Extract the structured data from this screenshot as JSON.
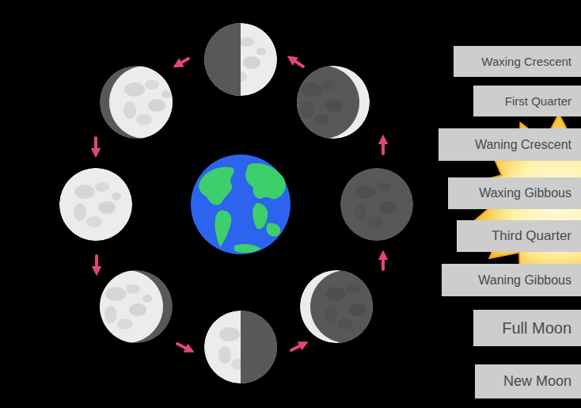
{
  "diagram": {
    "nodes": [
      {
        "text": [
          "Waxing Crescent"
        ]
      },
      {
        "text": [
          "First Quarter"
        ]
      },
      {
        "text": [
          "Waning Crescent"
        ]
      },
      {
        "text": [
          "Waxing Gibbous"
        ]
      },
      {
        "text": [
          "Third Quarter"
        ]
      },
      {
        "text": [
          "Waning Gibbous"
        ]
      },
      {
        "text": [
          "Full Moon"
        ]
      },
      {
        "text": [
          "New Moon"
        ]
      }
    ]
  }
}
